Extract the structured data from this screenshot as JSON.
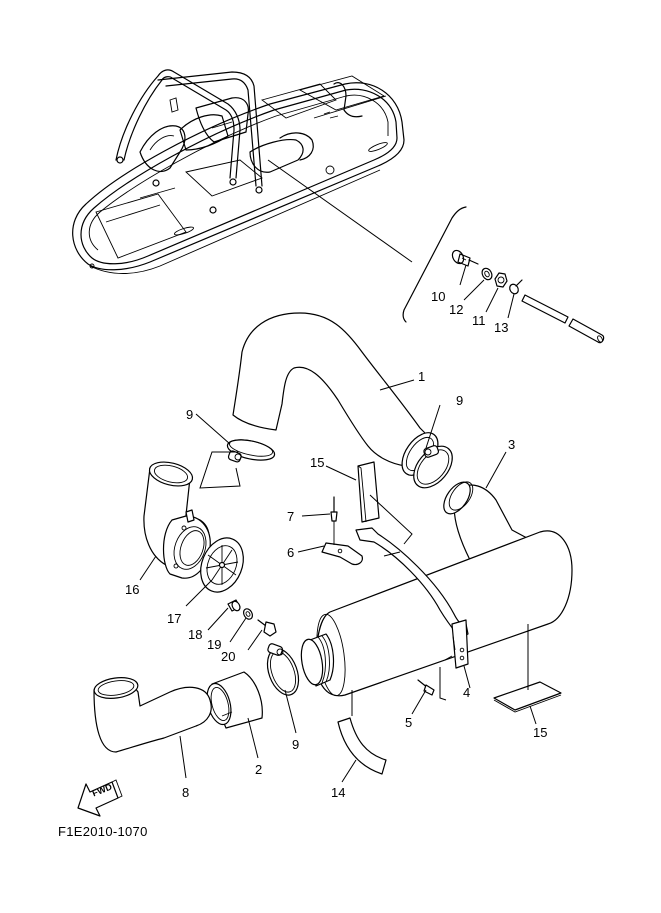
{
  "diagram": {
    "title_code": "F1E2010-1070",
    "fwd_label": "FWD",
    "parts": [
      {
        "num": "1",
        "name": "exhaust-hose-upper"
      },
      {
        "num": "2",
        "name": "joint-sleeve"
      },
      {
        "num": "3",
        "name": "muffler-inlet-pipe"
      },
      {
        "num": "4",
        "name": "muffler-band"
      },
      {
        "num": "5",
        "name": "rivet"
      },
      {
        "num": "6",
        "name": "clip"
      },
      {
        "num": "7",
        "name": "rivet"
      },
      {
        "num": "8",
        "name": "exhaust-hose-lower"
      },
      {
        "num": "9",
        "name": "hose-clamp"
      },
      {
        "num": "10",
        "name": "fitting"
      },
      {
        "num": "11",
        "name": "nut"
      },
      {
        "num": "12",
        "name": "washer"
      },
      {
        "num": "13",
        "name": "hose-clip"
      },
      {
        "num": "14",
        "name": "damper"
      },
      {
        "num": "15",
        "name": "damper-pad"
      },
      {
        "num": "16",
        "name": "water-lock"
      },
      {
        "num": "17",
        "name": "cover"
      },
      {
        "num": "18",
        "name": "collar"
      },
      {
        "num": "19",
        "name": "washer"
      },
      {
        "num": "20",
        "name": "bolt"
      }
    ],
    "labels": {
      "l1": "1",
      "l2": "2",
      "l3": "3",
      "l4": "4",
      "l5": "5",
      "l6": "6",
      "l7": "7",
      "l8": "8",
      "l9a": "9",
      "l9b": "9",
      "l9c": "9",
      "l10": "10",
      "l11": "11",
      "l12": "12",
      "l13": "13",
      "l14": "14",
      "l15a": "15",
      "l15b": "15",
      "l16": "16",
      "l17": "17",
      "l18": "18",
      "l19": "19",
      "l20": "20"
    }
  }
}
